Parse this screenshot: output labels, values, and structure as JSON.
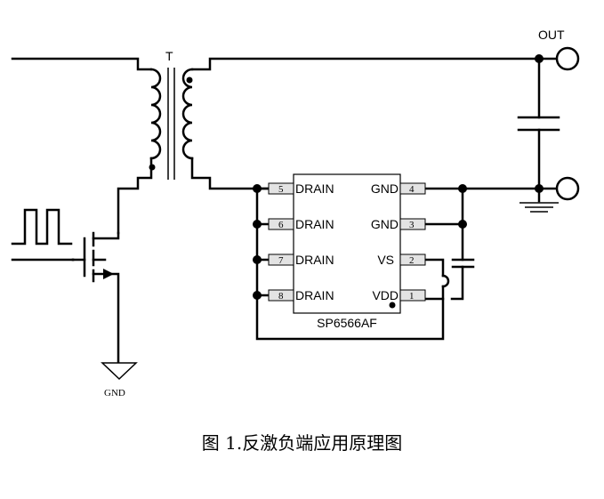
{
  "diagram": {
    "transformer_label": "T",
    "output_label": "OUT",
    "ground_label": "GND",
    "chip_name": "SP6566AF",
    "left_pins": [
      {
        "number": "5",
        "name": "DRAIN"
      },
      {
        "number": "6",
        "name": "DRAIN"
      },
      {
        "number": "7",
        "name": "DRAIN"
      },
      {
        "number": "8",
        "name": "DRAIN"
      }
    ],
    "right_pins": [
      {
        "number": "4",
        "name": "GND"
      },
      {
        "number": "3",
        "name": "GND"
      },
      {
        "number": "2",
        "name": "VS"
      },
      {
        "number": "1",
        "name": "VDD"
      }
    ]
  },
  "caption": "图 1.反激负端应用原理图"
}
